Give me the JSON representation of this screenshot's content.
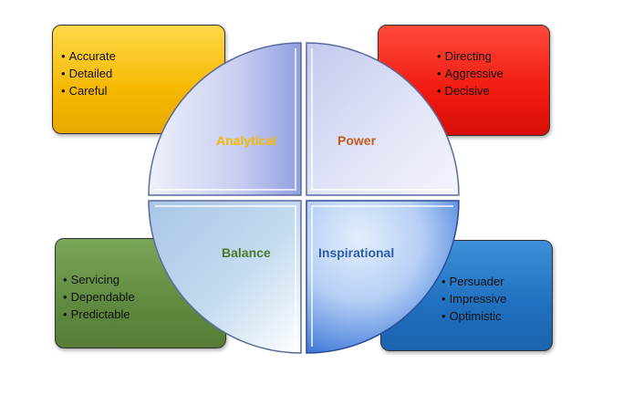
{
  "quadrants": {
    "analytical": {
      "label": "Analytical",
      "traits": [
        "Accurate",
        "Detailed",
        "Careful"
      ],
      "box_color": "#f5b800",
      "label_color": "#f5b800"
    },
    "power": {
      "label": "Power",
      "traits": [
        "Directing",
        "Aggressive",
        "Decisive"
      ],
      "box_color": "#f11a10",
      "label_color": "#c45a1c"
    },
    "balance": {
      "label": "Balance",
      "traits": [
        "Servicing",
        "Dependable",
        "Predictable"
      ],
      "box_color": "#5f8a3f",
      "label_color": "#4a7a2c"
    },
    "inspirational": {
      "label": "Inspirational",
      "traits": [
        "Persuader",
        "Impressive",
        "Optimistic"
      ],
      "box_color": "#1f6fbf",
      "label_color": "#2a5fa8"
    }
  }
}
